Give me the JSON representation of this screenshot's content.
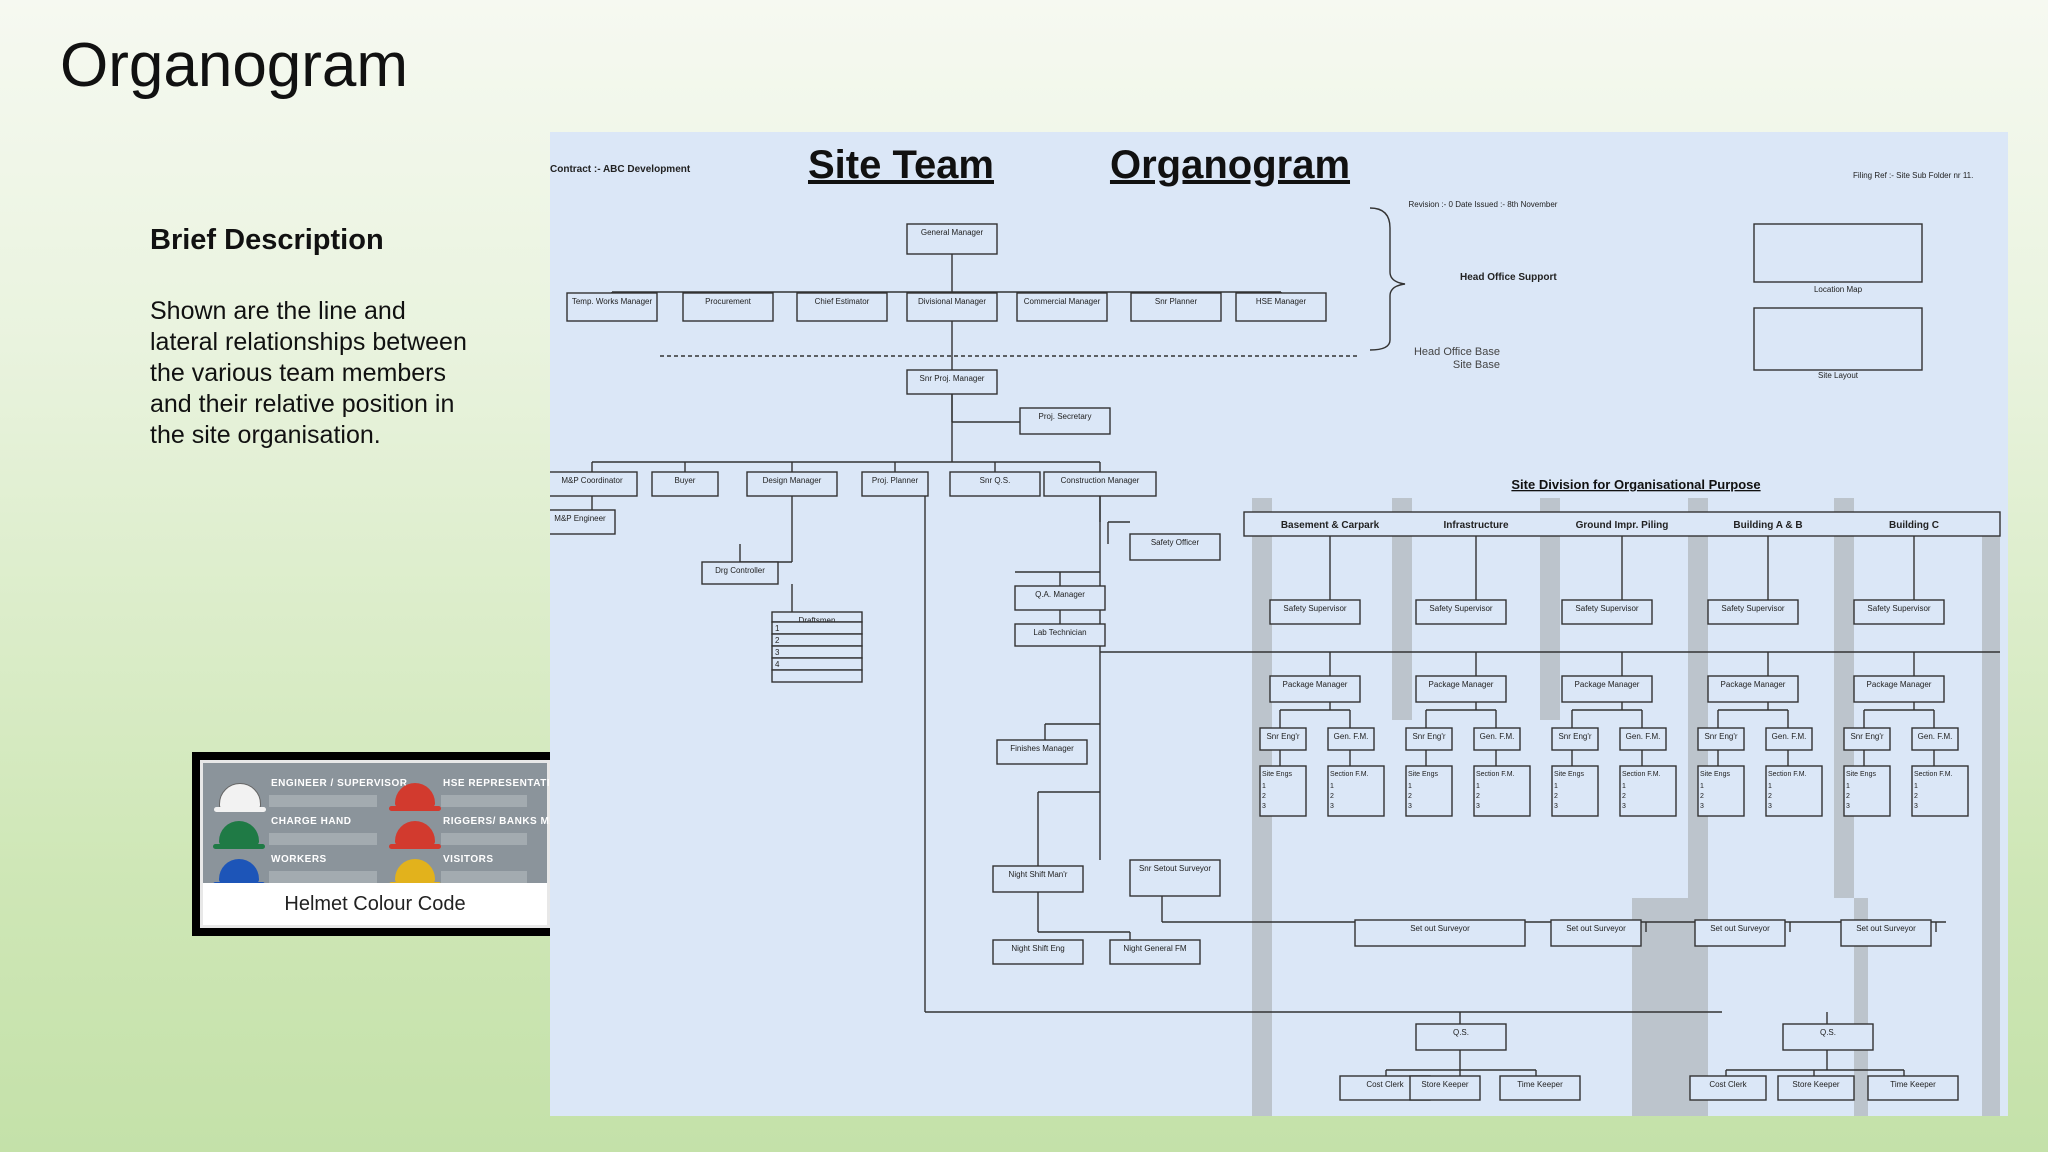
{
  "slide": {
    "title": "Organogram",
    "description_heading": "Brief Description",
    "description_text": "Shown are the line and lateral relationships between the various team members and their relative position in the site organisation."
  },
  "helmet_legend": {
    "caption": "Helmet Colour Code",
    "items": [
      {
        "label": "ENGINEER / SUPERVISOR",
        "color": "#f2f2f2"
      },
      {
        "label": "HSE REPRESENTATIVE",
        "color": "#d23a2e"
      },
      {
        "label": "CHARGE HAND",
        "color": "#1f7a45"
      },
      {
        "label": "RIGGERS/ BANKS MAN",
        "color": "#d23a2e"
      },
      {
        "label": "WORKERS",
        "color": "#1d55b8"
      },
      {
        "label": "VISITORS",
        "color": "#e2b21c"
      }
    ]
  },
  "org": {
    "title_part1": "Site Team",
    "title_part2": "Organogram",
    "contract": "Contract :- ABC Development",
    "filing_ref": "Filing Ref :- Site Sub Folder nr 11.",
    "revision": "Revision :- 0    Date Issued :-  8th November",
    "head_office_support": "Head Office Support",
    "head_office_base": "Head Office Base",
    "site_base": "Site Base",
    "location_map": "Location Map",
    "site_layout": "Site Layout",
    "general_manager": "General Manager",
    "head_office_roles": [
      "Temp. Works Manager",
      "Procurement",
      "Chief Estimator",
      "Divisional Manager",
      "Commercial Manager",
      "Snr Planner",
      "HSE Manager"
    ],
    "snr_proj_manager": "Snr Proj. Manager",
    "proj_secretary": "Proj. Secretary",
    "level3_roles": [
      "M&P Coordinator",
      "Buyer",
      "Design Manager",
      "Proj. Planner",
      "Snr Q.S.",
      "Construction Manager"
    ],
    "mep_engineer": "M&P Engineer",
    "drg_controller": "Drg Controller",
    "draftsmen": "Draftsmen",
    "draftsmen_rows": [
      "1",
      "2",
      "3",
      "4"
    ],
    "safety_officer": "Safety Officer",
    "qa_manager": "Q.A. Manager",
    "lab_technician": "Lab Technician",
    "finishes_manager": "Finishes Manager",
    "night_shift_manager": "Night Shift Man'r",
    "snr_setout_surveyor": "Snr Setout Surveyor",
    "night_shift_eng": "Night Shift Eng",
    "night_general_fm": "Night General FM",
    "site_division_title": "Site Division for Organisational Purpose",
    "divisions": [
      "Basement & Carpark",
      "Infrastructure",
      "Ground Impr. Piling",
      "Building A & B",
      "Building C"
    ],
    "safety_supervisor": "Safety Supervisor",
    "package_manager": "Package Manager",
    "snr_engr": "Snr Eng'r",
    "gen_fm": "Gen. F.M.",
    "site_engs": "Site Engs",
    "section_fm": "Section F.M.",
    "sub_rows": [
      "1",
      "2",
      "3"
    ],
    "setout_surveyor": "Set out Surveyor",
    "qs": "Q.S.",
    "cost_clerk": "Cost Clerk",
    "store_keeper": "Store Keeper",
    "time_keeper": "Time Keeper"
  }
}
